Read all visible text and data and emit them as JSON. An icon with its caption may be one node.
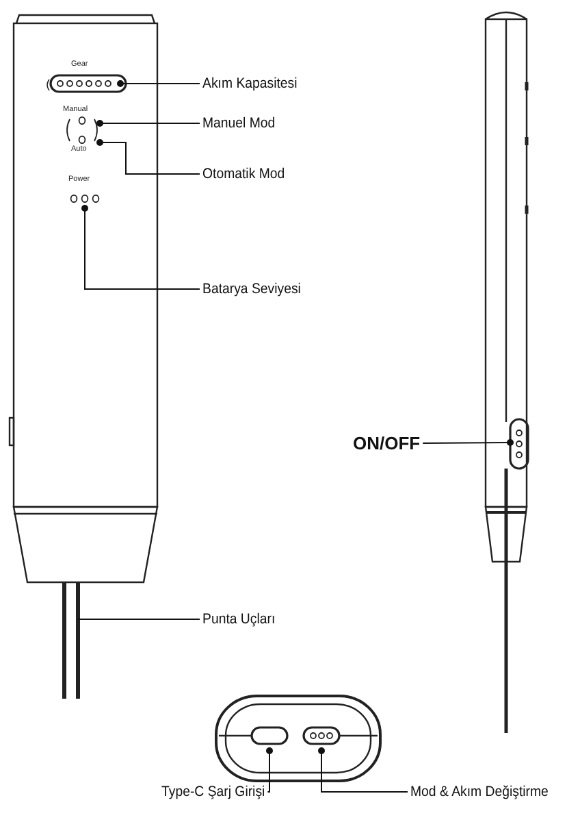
{
  "diagram": {
    "nodes": [
      {
        "text": [
          "Akım Kapasitesi"
        ]
      },
      {
        "text": [],
        "shape": "box"
      },
      {
        "text": [
          "Manuel Mod"
        ]
      },
      {
        "text": [],
        "shape": "circle"
      },
      {
        "text": [
          "Otomatik Mod"
        ]
      },
      {
        "text": [],
        "shape": "circle"
      },
      {
        "text": [
          "Batarya Seviyesi"
        ]
      },
      {
        "text": [],
        "shape": "circle"
      },
      {
        "text": [
          "ON/OFF"
        ]
      },
      {
        "text": [],
        "shape": "box"
      },
      {
        "text": [
          "Punta Uçları"
        ]
      },
      {
        "text": [],
        "shape": "bar"
      },
      {
        "text": [
          "Type-C Şarj Girişi"
        ]
      },
      {
        "text": [],
        "shape": "box"
      },
      {
        "text": [
          "Mod & Akım Değiştirme"
        ]
      },
      {
        "text": [],
        "shape": "box"
      }
    ],
    "edges": [
      {
        "from": 0,
        "to": 1,
        "arrow": "other"
      },
      {
        "from": 2,
        "to": 3,
        "arrow": "other"
      },
      {
        "from": 4,
        "to": 5,
        "arrow": "other"
      },
      {
        "from": 6,
        "to": 7,
        "arrow": "other"
      },
      {
        "from": 8,
        "to": 9,
        "arrow": "other"
      },
      {
        "from": 10,
        "to": 11,
        "arrow": "none"
      },
      {
        "from": 12,
        "to": 13,
        "arrow": "other"
      },
      {
        "from": 14,
        "to": 15,
        "arrow": "other"
      }
    ],
    "labels": [
      "Gear",
      "Manual",
      "Auto",
      "Power"
    ]
  }
}
